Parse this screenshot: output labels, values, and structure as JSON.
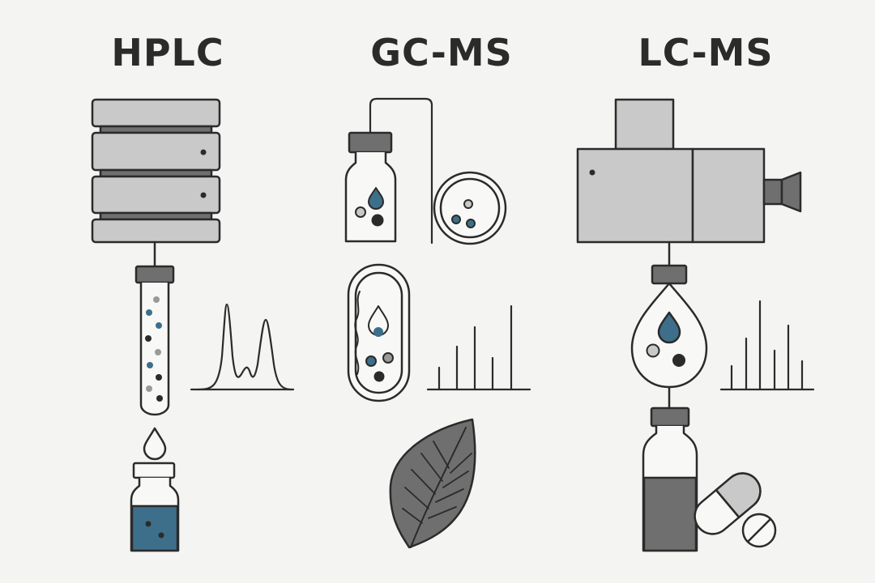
{
  "titles": {
    "hplc": "HPLC",
    "gcms": "GC-MS",
    "lcms": "LC-MS"
  },
  "colors": {
    "background": "#f4f4f2",
    "stroke": "#2b2b2b",
    "light_gray": "#c9c9c9",
    "mid_gray": "#6f6f6f",
    "dark_gray": "#2b2b2b",
    "teal_blue": "#3e6f8a"
  },
  "icons": [
    "instrument-stack-icon",
    "chromatography-column-icon",
    "droplet-icon",
    "sample-vial-icon",
    "chromatogram-peaks-icon",
    "reagent-bottle-icon",
    "coiled-capillary-column-icon",
    "capsule-chamber-icon",
    "mass-spectrum-bars-icon",
    "leaf-icon",
    "mass-spectrometer-icon",
    "ionization-drop-icon",
    "medicine-bottle-icon",
    "capsule-pill-icon",
    "tablet-icon"
  ]
}
